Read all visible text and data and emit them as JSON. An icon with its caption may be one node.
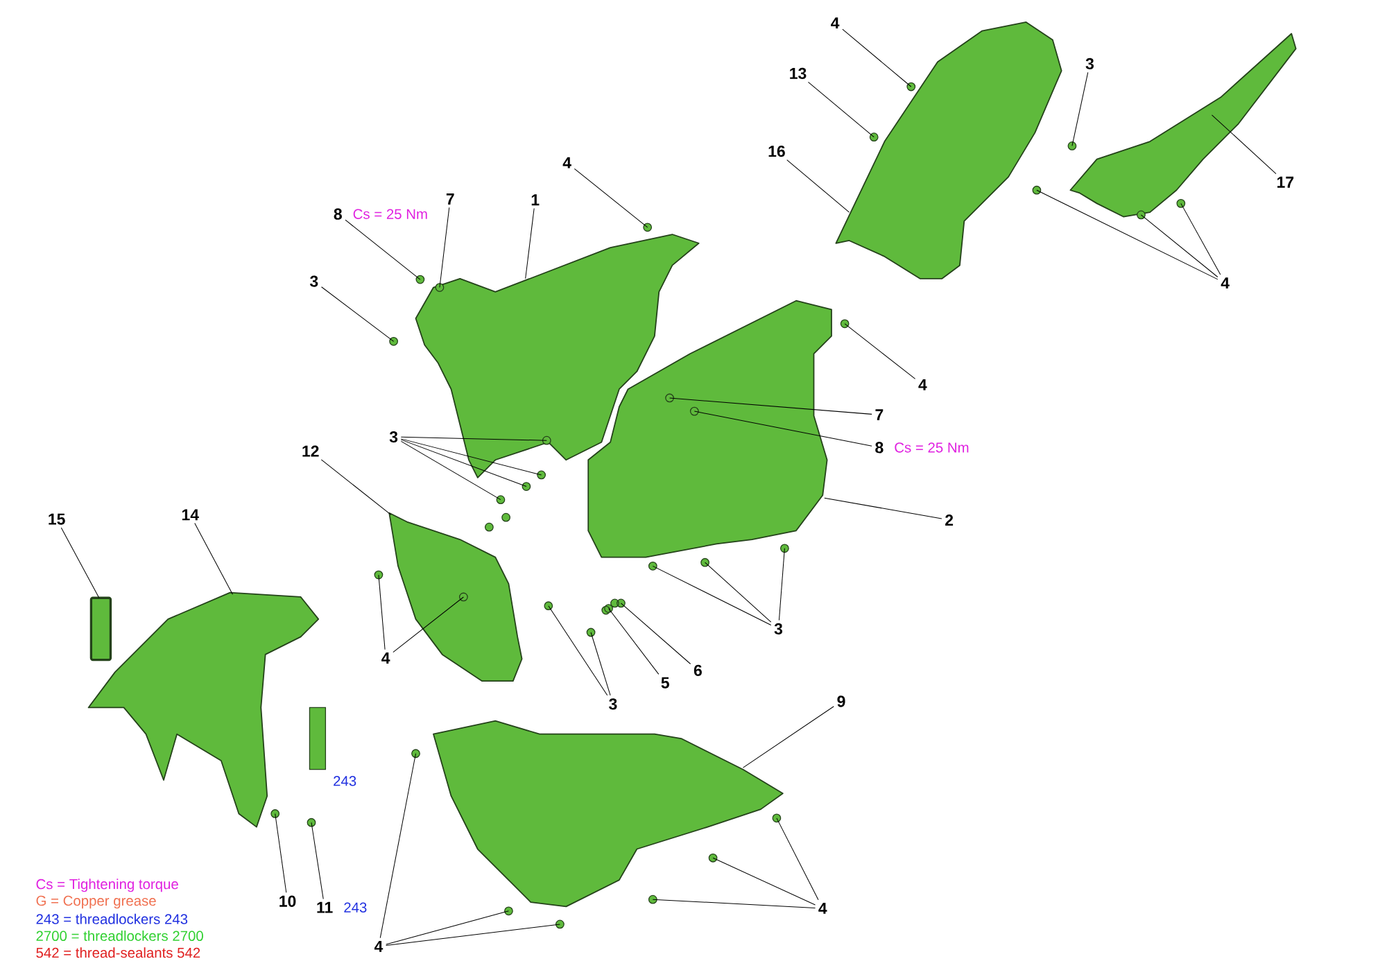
{
  "diagram": {
    "nodes": [
      {
        "text": [
          "4"
        ]
      },
      {
        "text": [
          "13"
        ]
      },
      {
        "text": [
          "16"
        ]
      },
      {
        "text": [
          "3"
        ]
      },
      {
        "text": [
          "17"
        ]
      },
      {
        "text": [
          "4"
        ]
      },
      {
        "text": [
          "4"
        ]
      },
      {
        "text": [
          "8"
        ],
        "beside": [
          "Cs = 25 Nm"
        ]
      },
      {
        "text": [
          "7"
        ]
      },
      {
        "text": [
          "1"
        ]
      },
      {
        "text": [
          "3"
        ]
      },
      {
        "text": [
          "4"
        ]
      },
      {
        "text": [
          "7"
        ]
      },
      {
        "text": [
          "8"
        ],
        "beside": [
          "Cs = 25 Nm"
        ]
      },
      {
        "text": [
          "3"
        ]
      },
      {
        "text": [
          "12"
        ]
      },
      {
        "text": [
          "2"
        ]
      },
      {
        "text": [
          "15"
        ]
      },
      {
        "text": [
          "14"
        ]
      },
      {
        "text": [
          "4"
        ]
      },
      {
        "text": [
          "3"
        ]
      },
      {
        "text": [
          "3"
        ]
      },
      {
        "text": [
          "5"
        ]
      },
      {
        "text": [
          "6"
        ]
      },
      {
        "text": [
          "9"
        ]
      },
      {
        "text": [
          "10"
        ]
      },
      {
        "text": [
          "11"
        ],
        "beside": [
          "243"
        ]
      },
      {
        "text": [
          "4"
        ]
      },
      {
        "text": [
          "4"
        ]
      },
      {
        "text": [],
        "shape": "picture"
      },
      {
        "text": [],
        "shape": "picture"
      },
      {
        "text": [],
        "shape": "picture"
      },
      {
        "text": [],
        "shape": "picture"
      },
      {
        "text": [],
        "shape": "picture"
      },
      {
        "text": [],
        "shape": "box"
      },
      {
        "text": [],
        "shape": "picture"
      },
      {
        "text": [],
        "shape": "picture"
      }
    ],
    "edges": [
      {
        "from": 0,
        "to": 29,
        "arrow": "none"
      },
      {
        "from": 1,
        "to": 29,
        "arrow": "none"
      },
      {
        "from": 2,
        "to": 29,
        "arrow": "none"
      },
      {
        "from": 3,
        "to": null,
        "arrow": "none"
      },
      {
        "from": 4,
        "to": 30,
        "arrow": "none"
      },
      {
        "from": 5,
        "to": null,
        "arrow": "none"
      },
      {
        "from": 5,
        "to": 30,
        "arrow": "none"
      },
      {
        "from": 5,
        "to": 30,
        "arrow": "none"
      },
      {
        "from": 6,
        "to": 31,
        "arrow": "none"
      },
      {
        "from": 7,
        "to": 31,
        "arrow": "none"
      },
      {
        "from": 8,
        "to": 31,
        "arrow": "none"
      },
      {
        "from": 9,
        "to": 31,
        "arrow": "none"
      },
      {
        "from": 10,
        "to": null,
        "arrow": "none"
      },
      {
        "from": 11,
        "to": 32,
        "arrow": "none"
      },
      {
        "from": 12,
        "to": 32,
        "arrow": "none"
      },
      {
        "from": 13,
        "to": 32,
        "arrow": "none"
      },
      {
        "from": 14,
        "to": null,
        "arrow": "none"
      },
      {
        "from": 14,
        "to": null,
        "arrow": "none"
      },
      {
        "from": 14,
        "to": null,
        "arrow": "none"
      },
      {
        "from": 14,
        "to": 31,
        "arrow": "none"
      },
      {
        "from": 15,
        "to": 33,
        "arrow": "none"
      },
      {
        "from": 16,
        "to": 32,
        "arrow": "none"
      },
      {
        "from": 17,
        "to": 34,
        "arrow": "none"
      },
      {
        "from": 18,
        "to": 35,
        "arrow": "none"
      },
      {
        "from": 19,
        "to": null,
        "arrow": "none"
      },
      {
        "from": 19,
        "to": 33,
        "arrow": "none"
      },
      {
        "from": 20,
        "to": 32,
        "arrow": "none"
      },
      {
        "from": 20,
        "to": 32,
        "arrow": "none"
      },
      {
        "from": 20,
        "to": 32,
        "arrow": "none"
      },
      {
        "from": 21,
        "to": null,
        "arrow": "none"
      },
      {
        "from": 21,
        "to": null,
        "arrow": "none"
      },
      {
        "from": 22,
        "to": null,
        "arrow": "none"
      },
      {
        "from": 23,
        "to": null,
        "arrow": "none"
      },
      {
        "from": 24,
        "to": 36,
        "arrow": "none"
      },
      {
        "from": 25,
        "to": 35,
        "arrow": "none"
      },
      {
        "from": 26,
        "to": null,
        "arrow": "none"
      },
      {
        "from": 27,
        "to": 36,
        "arrow": "none"
      },
      {
        "from": 27,
        "to": null,
        "arrow": "none"
      },
      {
        "from": 27,
        "to": null,
        "arrow": "none"
      },
      {
        "from": 28,
        "to": null,
        "arrow": "none"
      },
      {
        "from": 28,
        "to": null,
        "arrow": "none"
      },
      {
        "from": 28,
        "to": null,
        "arrow": "none"
      }
    ],
    "labels": [
      "243"
    ],
    "legend": [
      {
        "text": "Cs = Tightening torque",
        "color": "#e020e0"
      },
      {
        "text": "G = Copper grease",
        "color": "#f07050"
      },
      {
        "text": "243 = threadlockers 243",
        "color": "#2030e0"
      },
      {
        "text": "2700 = threadlockers 2700",
        "color": "#30d030"
      },
      {
        "text": "542 = thread-sealants 542",
        "color": "#e02020"
      }
    ]
  }
}
